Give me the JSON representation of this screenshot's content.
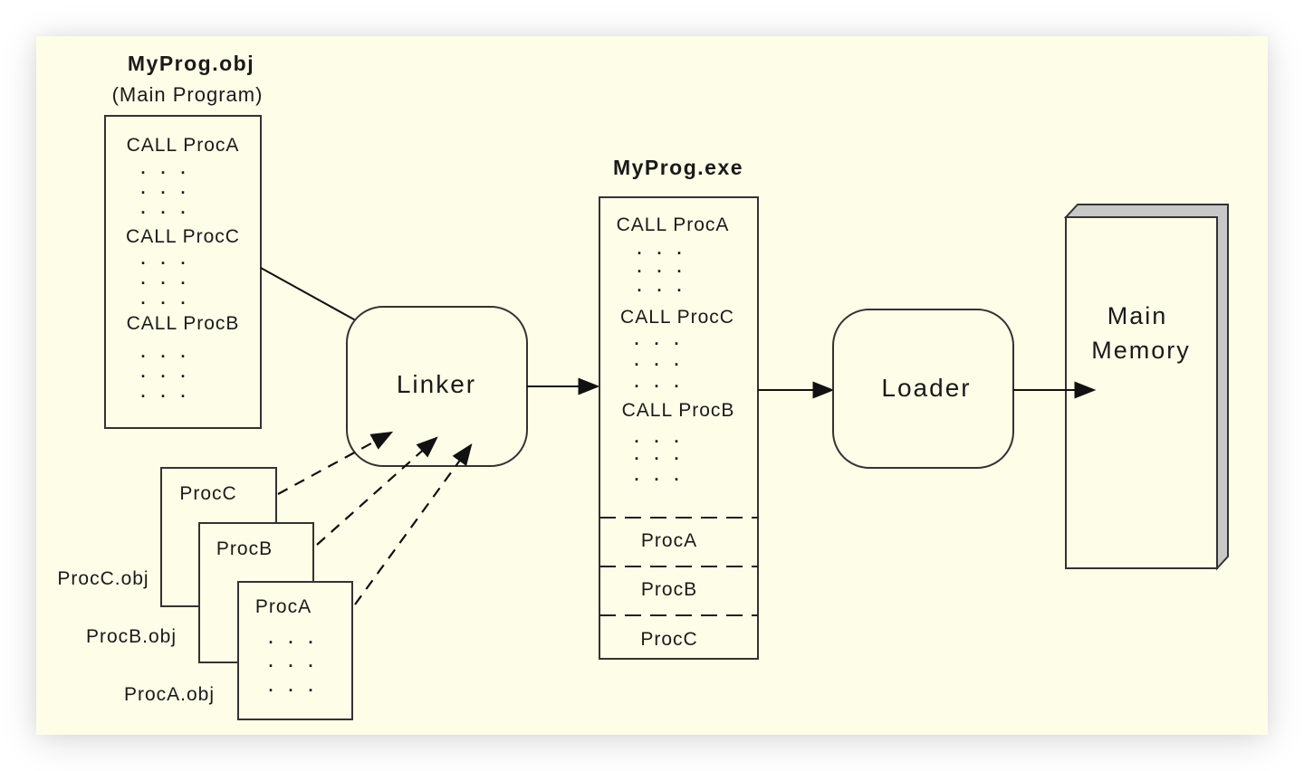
{
  "diagram": {
    "main_obj": {
      "title": "MyProg.obj",
      "subtitle": "(Main Program)",
      "lines": [
        "CALL ProcA",
        "CALL ProcC",
        "CALL ProcB"
      ],
      "ellipsis": ". . ."
    },
    "proc_objs": [
      {
        "label": "ProcC",
        "file": "ProcC.obj"
      },
      {
        "label": "ProcB",
        "file": "ProcB.obj"
      },
      {
        "label": "ProcA",
        "file": "ProcA.obj"
      }
    ],
    "linker": {
      "label": "Linker"
    },
    "exe": {
      "title": "MyProg.exe",
      "lines": [
        "CALL ProcA",
        "CALL ProcC",
        "CALL ProcB"
      ],
      "sections": [
        "ProcA",
        "ProcB",
        "ProcC"
      ]
    },
    "loader": {
      "label": "Loader"
    },
    "memory": {
      "line1": "Main",
      "line2": "Memory"
    },
    "colors": {
      "background": "#fdfde8",
      "stroke": "#333333",
      "memory_side": "#c8c8c8"
    }
  }
}
